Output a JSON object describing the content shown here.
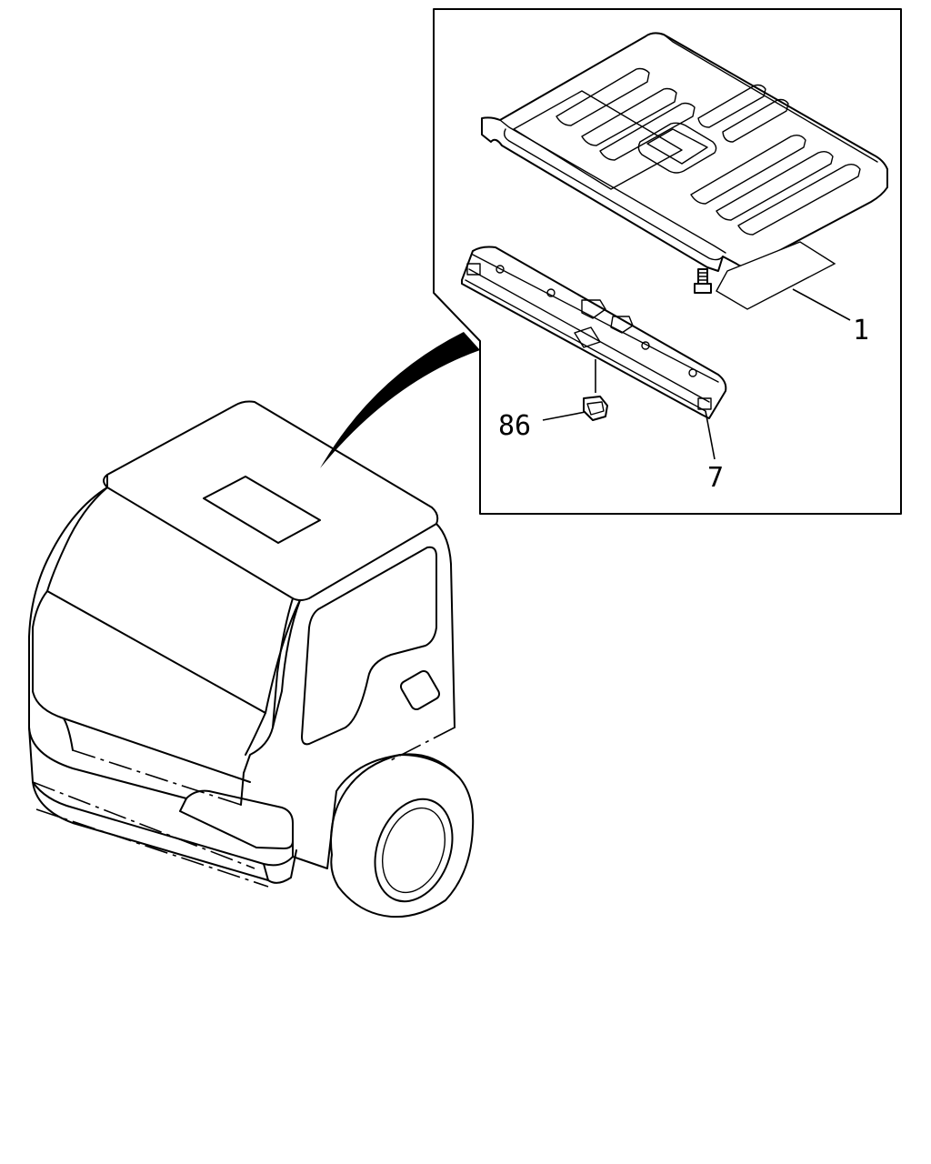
{
  "diagram": {
    "callouts": [
      {
        "id": "part-1",
        "label": "1"
      },
      {
        "id": "part-7",
        "label": "7"
      },
      {
        "id": "part-86",
        "label": "86"
      }
    ]
  }
}
